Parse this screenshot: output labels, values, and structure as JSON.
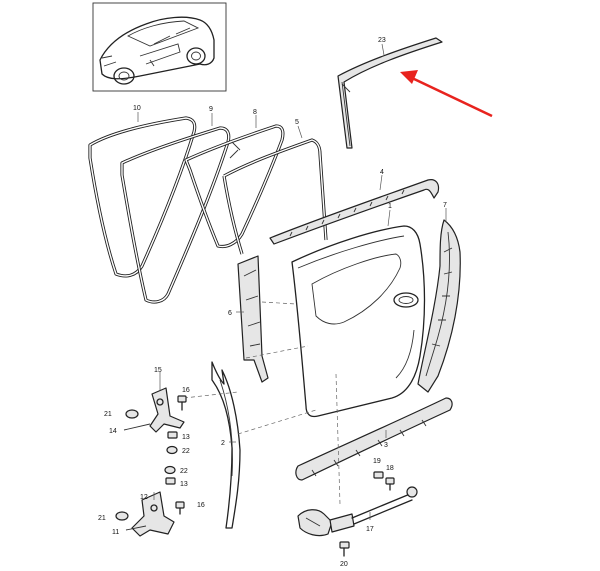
{
  "callouts": [
    "23",
    "10",
    "9",
    "8",
    "5",
    "4",
    "1",
    "7",
    "6",
    "15",
    "16",
    "21",
    "14",
    "13",
    "22",
    "2",
    "3",
    "12",
    "11",
    "19",
    "18",
    "17",
    "20"
  ],
  "colors": {
    "highlight_arrow": "#e8231e",
    "line": "#222222"
  }
}
